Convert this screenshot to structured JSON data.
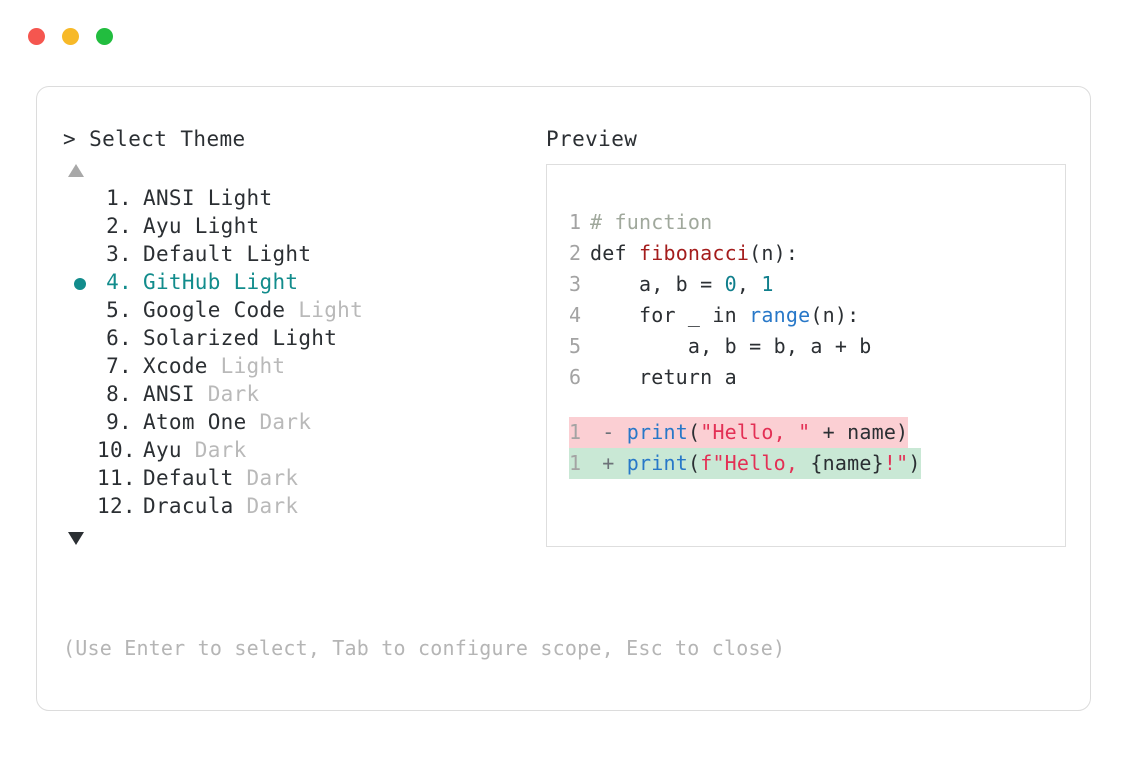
{
  "window": {
    "dots": [
      {
        "name": "close",
        "color": "#f5564f"
      },
      {
        "name": "minimize",
        "color": "#f7b928"
      },
      {
        "name": "maximize",
        "color": "#22bd3f"
      }
    ]
  },
  "prompt": {
    "heading": "> Select Theme",
    "scroll_up_icon": "triangle-up",
    "scroll_down_icon": "triangle-down",
    "selected_index": 4,
    "selection_color": "#128c8c"
  },
  "themes": [
    {
      "index": "1.",
      "name": "ANSI",
      "variant": " Light",
      "dim": false,
      "selected": false
    },
    {
      "index": "2.",
      "name": "Ayu",
      "variant": " Light",
      "dim": false,
      "selected": false
    },
    {
      "index": "3.",
      "name": "Default",
      "variant": " Light",
      "dim": false,
      "selected": false
    },
    {
      "index": "4.",
      "name": "GitHub",
      "variant": " Light",
      "dim": false,
      "selected": true
    },
    {
      "index": "5.",
      "name": "Google Code",
      "variant": " Light",
      "dim": true,
      "selected": false
    },
    {
      "index": "6.",
      "name": "Solarized",
      "variant": " Light",
      "dim": false,
      "selected": false
    },
    {
      "index": "7.",
      "name": "Xcode",
      "variant": " Light",
      "dim": true,
      "selected": false
    },
    {
      "index": "8.",
      "name": "ANSI",
      "variant": " Dark",
      "dim": true,
      "selected": false
    },
    {
      "index": "9.",
      "name": "Atom One",
      "variant": " Dark",
      "dim": true,
      "selected": false
    },
    {
      "index": "10.",
      "name": "Ayu",
      "variant": " Dark",
      "dim": true,
      "selected": false
    },
    {
      "index": "11.",
      "name": "Default",
      "variant": " Dark",
      "dim": true,
      "selected": false
    },
    {
      "index": "12.",
      "name": "Dracula",
      "variant": " Dark",
      "dim": true,
      "selected": false
    }
  ],
  "preview": {
    "heading": "Preview",
    "code": [
      {
        "n": "1",
        "tokens": [
          {
            "t": "# function",
            "c": "comment"
          }
        ]
      },
      {
        "n": "2",
        "tokens": [
          {
            "t": "def ",
            "c": "kw"
          },
          {
            "t": "fibonacci",
            "c": "fn"
          },
          {
            "t": "(n):",
            "c": "plain"
          }
        ]
      },
      {
        "n": "3",
        "tokens": [
          {
            "t": "    a, b = ",
            "c": "plain"
          },
          {
            "t": "0",
            "c": "num"
          },
          {
            "t": ", ",
            "c": "plain"
          },
          {
            "t": "1",
            "c": "num"
          }
        ]
      },
      {
        "n": "4",
        "tokens": [
          {
            "t": "    for _ in ",
            "c": "plain"
          },
          {
            "t": "range",
            "c": "builtin"
          },
          {
            "t": "(n):",
            "c": "plain"
          }
        ]
      },
      {
        "n": "5",
        "tokens": [
          {
            "t": "        a, b = b, a + b",
            "c": "plain"
          }
        ]
      },
      {
        "n": "6",
        "tokens": [
          {
            "t": "    return a",
            "c": "plain"
          }
        ]
      }
    ],
    "diff": [
      {
        "n": "1",
        "mark": " - ",
        "kind": "del",
        "tokens": [
          {
            "t": "print",
            "c": "builtin"
          },
          {
            "t": "(",
            "c": "plain"
          },
          {
            "t": "\"Hello, \"",
            "c": "str"
          },
          {
            "t": " + name)",
            "c": "plain"
          }
        ]
      },
      {
        "n": "1",
        "mark": " + ",
        "kind": "add",
        "tokens": [
          {
            "t": "print",
            "c": "builtin"
          },
          {
            "t": "(",
            "c": "plain"
          },
          {
            "t": "f\"Hello, ",
            "c": "str"
          },
          {
            "t": "{name}",
            "c": "plain"
          },
          {
            "t": "!\"",
            "c": "str"
          },
          {
            "t": ")",
            "c": "plain"
          }
        ]
      }
    ],
    "colors": {
      "comment": "#a0a89c",
      "function": "#a41c1c",
      "number": "#107f8c",
      "builtin": "#2878c8",
      "string": "#e33055",
      "line_number": "#a3a3a3",
      "diff_delete_bg": "#fbcfd3",
      "diff_add_bg": "#c9e8d5"
    }
  },
  "footer": {
    "hint": "(Use Enter to select, Tab to configure scope, Esc to close)"
  }
}
